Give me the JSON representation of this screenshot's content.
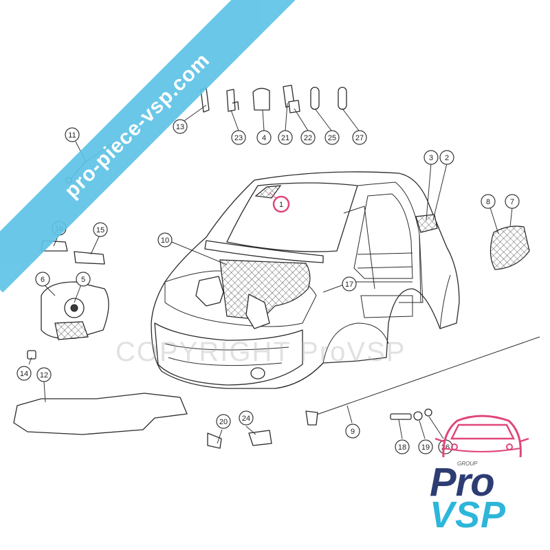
{
  "watermark": {
    "banner_text": "pro-piece-vsp.com",
    "copyright_text": "COPYRIGHT ProVSP",
    "banner_color": "#5ec3e6"
  },
  "highlight": {
    "part_number": "1",
    "color": "#e0457b"
  },
  "callouts": {
    "c1": "1",
    "c2": "2",
    "c3": "3",
    "c4": "4",
    "c5": "5",
    "c6": "6",
    "c7": "7",
    "c8": "8",
    "c9": "9",
    "c10": "10",
    "c11": "11",
    "c12": "12",
    "c13": "13",
    "c14": "14",
    "c15": "15",
    "c16": "16",
    "c17": "17",
    "c18": "18",
    "c19": "19",
    "c20": "20",
    "c21": "21",
    "c22": "22",
    "c23": "23",
    "c24": "24",
    "c25": "25",
    "c26": "26",
    "c27": "27"
  },
  "logo": {
    "group_label": "GROUP",
    "line1": "Pro",
    "line2": "VSP",
    "colors": {
      "pro": "#2d3d73",
      "vsp": "#2db6d9",
      "car_outline": "#e0457b"
    }
  }
}
